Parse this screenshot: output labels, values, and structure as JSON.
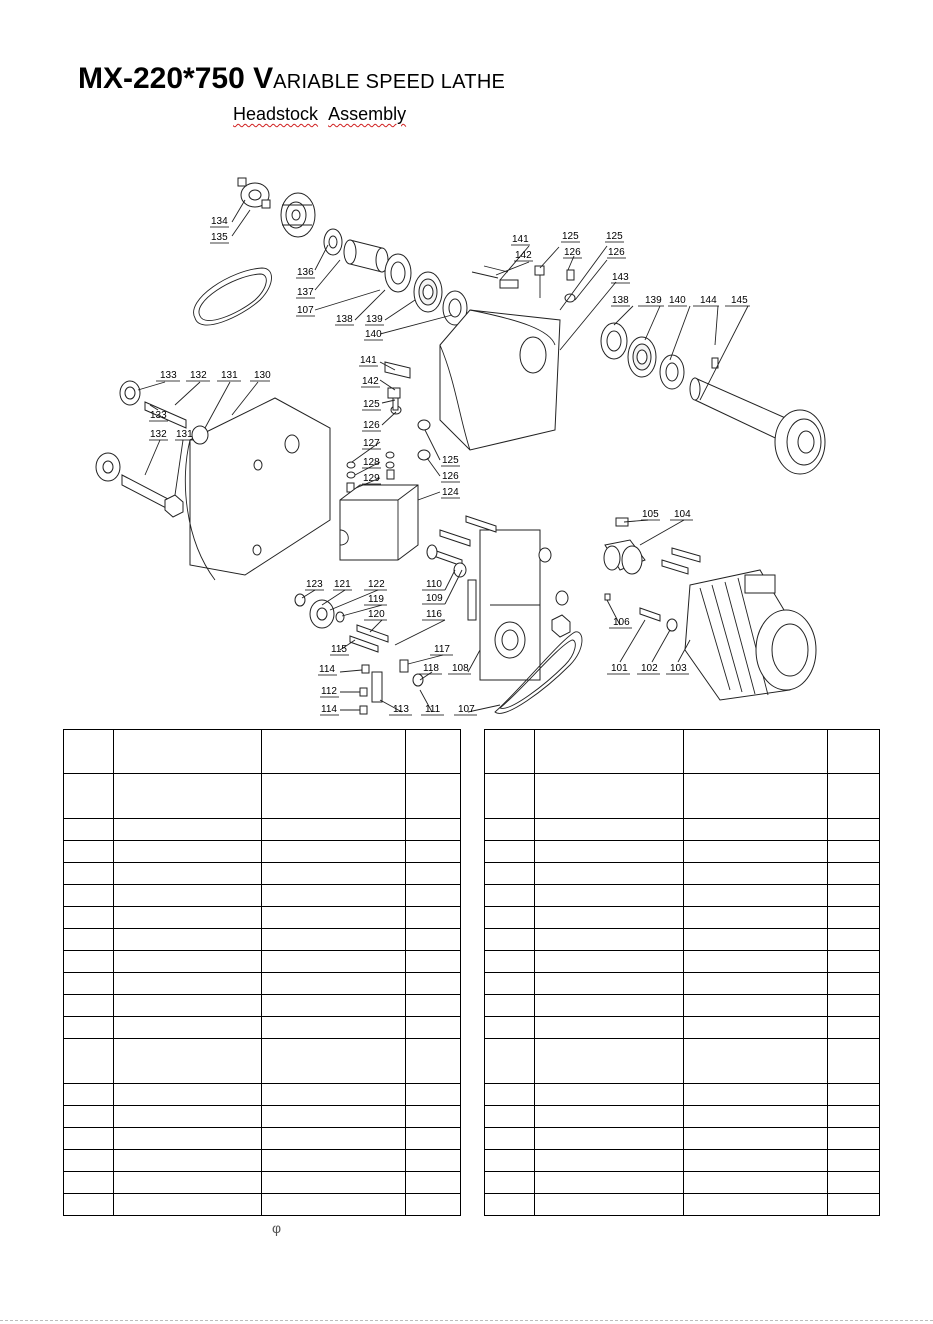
{
  "header": {
    "title_bold": "MX-220*750 V",
    "title_rest": "ARIABLE SPEED LATHE",
    "subtitle_word1": "Headstock",
    "subtitle_word2": "Assembly"
  },
  "labels": {
    "l134": "134",
    "l135": "135",
    "l136": "136",
    "l137": "137",
    "l107a": "107",
    "l138a": "138",
    "l139a": "139",
    "l140a": "140",
    "l141a": "141",
    "l142a": "142",
    "l125a": "125",
    "l126a": "126",
    "l125b": "125",
    "l126b": "126",
    "l143": "143",
    "l138b": "138",
    "l139b": "139",
    "l140b": "140",
    "l144": "144",
    "l145": "145",
    "l141b": "141",
    "l142b": "142",
    "l125c": "125",
    "l126c": "126",
    "l127": "127",
    "l128": "128",
    "l129": "129",
    "l125d": "125",
    "l126d": "126",
    "l124": "124",
    "l133a": "133",
    "l132a": "132",
    "l131a": "131",
    "l130": "130",
    "l133b": "133",
    "l132b": "132",
    "l131b": "131",
    "l105": "105",
    "l104": "104",
    "l123": "123",
    "l121": "121",
    "l122": "122",
    "l119": "119",
    "l120": "120",
    "l110": "110",
    "l109": "109",
    "l116": "116",
    "l115": "115",
    "l117": "117",
    "l114a": "114",
    "l118": "118",
    "l108": "108",
    "l112": "112",
    "l114b": "114",
    "l113": "113",
    "l111": "111",
    "l107b": "107",
    "l106": "106",
    "l101": "101",
    "l102": "102",
    "l103": "103"
  },
  "table": {
    "phi_symbol": "φ"
  }
}
